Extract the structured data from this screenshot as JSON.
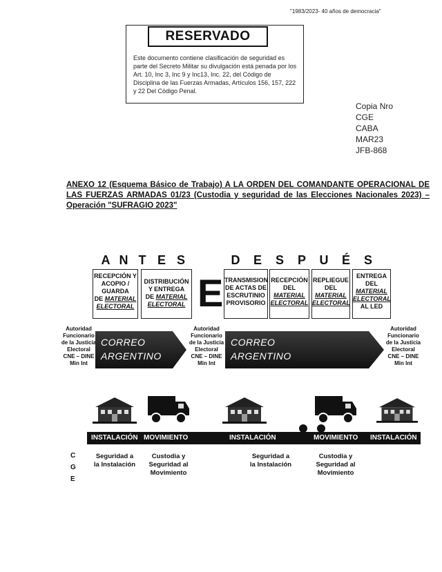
{
  "header": {
    "motto": "\"1983/2023- 40 años de democracia\"",
    "classification": "RESERVADO",
    "notice": "Este documento contiene clasificación de seguridad es parte del Secreto Militar su divulgación está penada por los Art. 10, Inc 3, Inc 9 y Inc13, Inc. 22, del Código de Disciplina de las Fuerzas Armadas, Artículos 156, 157, 222 y 22 Del Código Penal."
  },
  "reference": [
    "Copia Nro",
    "CGE",
    "CABA",
    "MAR23",
    "JFB-868"
  ],
  "annex_title": "ANEXO 12 (Esquema Básico de Trabajo) A LA ORDEN DEL COMANDANTE OPERACIONAL DE LAS FUERZAS ARMADAS 01/23 (Custodia y seguridad de las Elecciones Nacionales 2023) – Operación \"SUFRAGIO 2023\"",
  "diagram": {
    "before_letters": [
      "A",
      "N",
      "T",
      "E",
      "S"
    ],
    "after_letters": [
      "D",
      "E",
      "S",
      "P",
      "U",
      "É",
      "S"
    ],
    "center_letter": "E",
    "before_boxes": [
      {
        "lines": [
          "RECEPCIÓN Y",
          "ACOPIO /",
          "GUARDA"
        ],
        "prefix": "DE ",
        "u1": "MATERIAL",
        "u2": "ELECTORAL"
      },
      {
        "lines": [
          "DISTRIBUCIÓN",
          "Y ENTREGA"
        ],
        "prefix": "DE ",
        "u1": "MATERIAL",
        "u2": "ELECTORAL"
      }
    ],
    "after_boxes": [
      {
        "lines": [
          "TRANSMISION",
          "DE ACTAS DE",
          "ESCRUTINIO",
          "PROVISORIO"
        ]
      },
      {
        "lines": [
          "RECEPCIÓN",
          "DEL"
        ],
        "u1": "MATERIAL",
        "u2": "ELECTORAL"
      },
      {
        "lines": [
          "REPLIEGUE",
          "DEL"
        ],
        "u1": "MATERIAL",
        "u2": "ELECTORAL"
      },
      {
        "lines": [
          "ENTREGA",
          "DEL"
        ],
        "u1": "MATERIAL",
        "u2": "ELECTORAL",
        "tail": "AL LED"
      }
    ],
    "authority_label": [
      "Autoridad",
      "Funcionario",
      "de la Justicia",
      "Electoral",
      "CNE – DINE",
      "Min Int"
    ],
    "correo": [
      "CORREO",
      "ARGENTINO"
    ],
    "bar_labels": [
      "INSTALACIÓN",
      "MOVIMIENTO",
      "INSTALACIÓN",
      "MOVIMIENTO",
      "INSTALACIÓN"
    ],
    "cge_letters": [
      "C",
      "G",
      "E"
    ],
    "notes": [
      [
        "Seguridad a",
        "la Instalación"
      ],
      [
        "Custodia y",
        "Seguridad al",
        "Movimiento"
      ],
      [
        "Seguridad a",
        "la Instalación"
      ],
      [
        "Custodia y",
        "Seguridad al",
        "Movimiento"
      ]
    ],
    "icons": [
      "building-icon",
      "truck-icon",
      "building-icon",
      "truck-icon",
      "building-icon"
    ]
  }
}
